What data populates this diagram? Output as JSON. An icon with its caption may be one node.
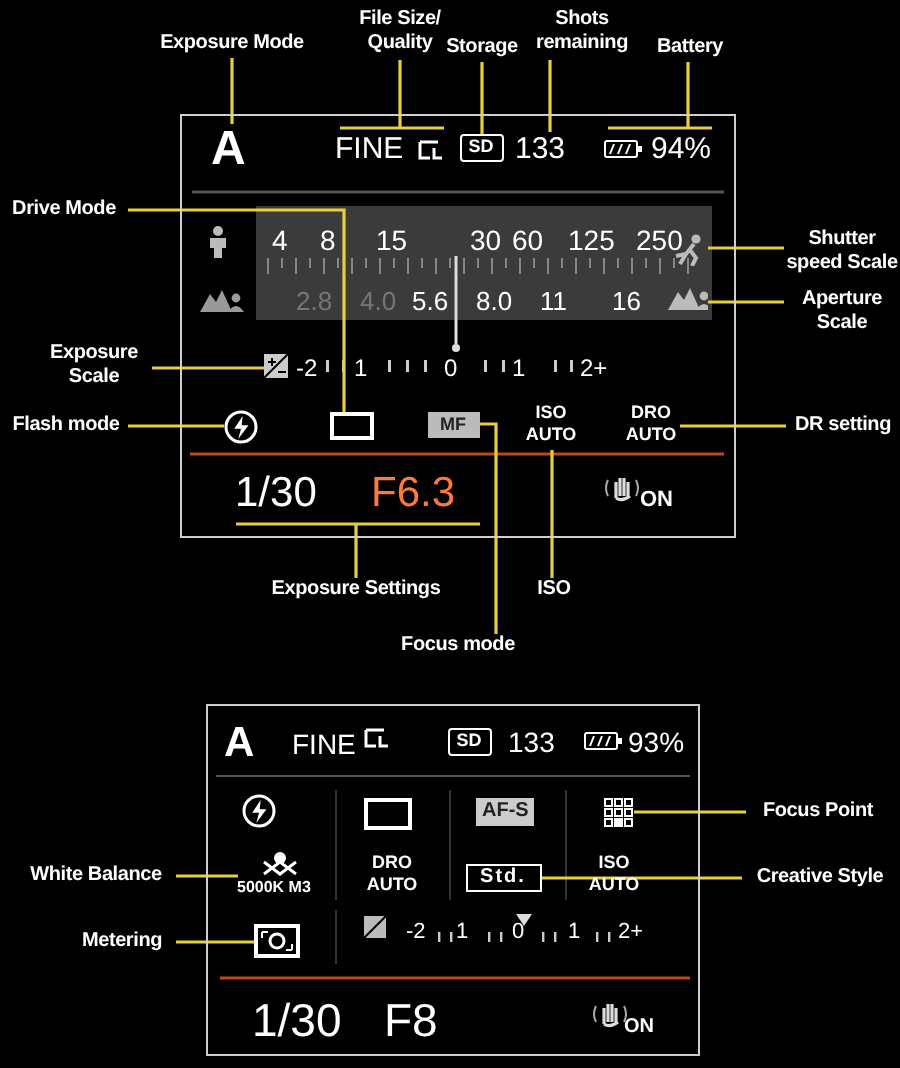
{
  "diagram": {
    "nodes": [
      {
        "text": [],
        "shape": "box"
      },
      {
        "text": [
          "Exposure Mode"
        ]
      },
      {
        "text": [
          "File Size/ Quality"
        ]
      },
      {
        "text": [
          "Storage"
        ]
      },
      {
        "text": [
          "Shots remaining"
        ]
      },
      {
        "text": [
          "Battery"
        ]
      },
      {
        "text": [
          "A"
        ],
        "in": 0
      },
      {
        "text": [
          "FINE"
        ],
        "in": 0
      },
      {
        "text": [
          "SD"
        ],
        "in": 0
      },
      {
        "text": [
          "133"
        ],
        "in": 0
      },
      {
        "text": [
          "94%"
        ],
        "in": 0
      },
      {
        "text": [
          "Drive Mode"
        ]
      },
      {
        "text": [
          "Shutter speed Scale"
        ]
      },
      {
        "text": [
          "Aperture Scale"
        ]
      },
      {
        "text": [],
        "shape": "person",
        "in": 0
      },
      {
        "text": [],
        "shape": "mountain",
        "in": 0
      },
      {
        "text": [
          "Exposure Scale"
        ]
      },
      {
        "text": [],
        "shape": "box",
        "in": 0
      },
      {
        "text": [
          "Flash mode"
        ]
      },
      {
        "text": [],
        "shape": "circle",
        "in": 0
      },
      {
        "text": [],
        "shape": "box",
        "in": 0
      },
      {
        "text": [
          "MF"
        ],
        "in": 0
      },
      {
        "text": [
          "ISO AUTO"
        ],
        "in": 0
      },
      {
        "text": [
          "DRO AUTO"
        ],
        "in": 0
      },
      {
        "text": [
          "DR setting"
        ]
      },
      {
        "text": [
          "1/30",
          "F6.3"
        ],
        "in": 0
      },
      {
        "text": [
          "Exposure Settings"
        ]
      },
      {
        "text": [
          "Focus mode"
        ]
      },
      {
        "text": [
          "ISO"
        ]
      },
      {
        "text": [],
        "shape": "box"
      },
      {
        "text": [
          "Focus Point"
        ]
      },
      {
        "text": [
          "White Balance"
        ]
      },
      {
        "text": [
          "Creative Style"
        ]
      },
      {
        "text": [
          "Metering"
        ]
      },
      {
        "text": [],
        "shape": "grid",
        "in": 29
      },
      {
        "text": [
          "5000K M3"
        ],
        "in": 29
      },
      {
        "text": [
          "Std."
        ],
        "in": 29
      },
      {
        "text": [],
        "shape": "box",
        "in": 29
      },
      {
        "text": [
          "SD"
        ],
        "in": 29
      }
    ],
    "edges": [
      {
        "from": 1,
        "to": 6,
        "arrow": "none"
      },
      {
        "from": 2,
        "to": 7,
        "arrow": "none"
      },
      {
        "from": 3,
        "to": 8,
        "arrow": "none"
      },
      {
        "from": 4,
        "to": 9,
        "arrow": "none"
      },
      {
        "from": 5,
        "to": 10,
        "arrow": "none"
      },
      {
        "from": 11,
        "to": 20,
        "arrow": "none"
      },
      {
        "from": 12,
        "to": 14,
        "arrow": "none"
      },
      {
        "from": 13,
        "to": 15,
        "arrow": "none"
      },
      {
        "from": 16,
        "to": 17,
        "arrow": "none"
      },
      {
        "from": 18,
        "to": 19,
        "arrow": "none"
      },
      {
        "from": 24,
        "to": 23,
        "arrow": "none"
      },
      {
        "from": 26,
        "to": 25,
        "arrow": "none"
      },
      {
        "from": 27,
        "to": 21,
        "arrow": "none"
      },
      {
        "from": 28,
        "to": 22,
        "arrow": "none"
      },
      {
        "from": 30,
        "to": 34,
        "arrow": "none"
      },
      {
        "from": 31,
        "to": 35,
        "arrow": "none"
      },
      {
        "from": 32,
        "to": 36,
        "arrow": "none"
      },
      {
        "from": 33,
        "to": 37,
        "arrow": "none"
      }
    ],
    "labels": [
      "4",
      "8",
      "15",
      "30",
      "60",
      "125",
      "250",
      "2.8",
      "4.0",
      "5.6",
      "8.0",
      "11",
      "16",
      "-2",
      "1",
      "0",
      "1",
      "2+",
      "ON",
      "A",
      "FINE",
      "133",
      "93%",
      "AF-S",
      "DRO AUTO",
      "ISO AUTO",
      "-2",
      "1",
      "0",
      "1",
      "2+",
      "1/30",
      "F8",
      "ON"
    ]
  }
}
